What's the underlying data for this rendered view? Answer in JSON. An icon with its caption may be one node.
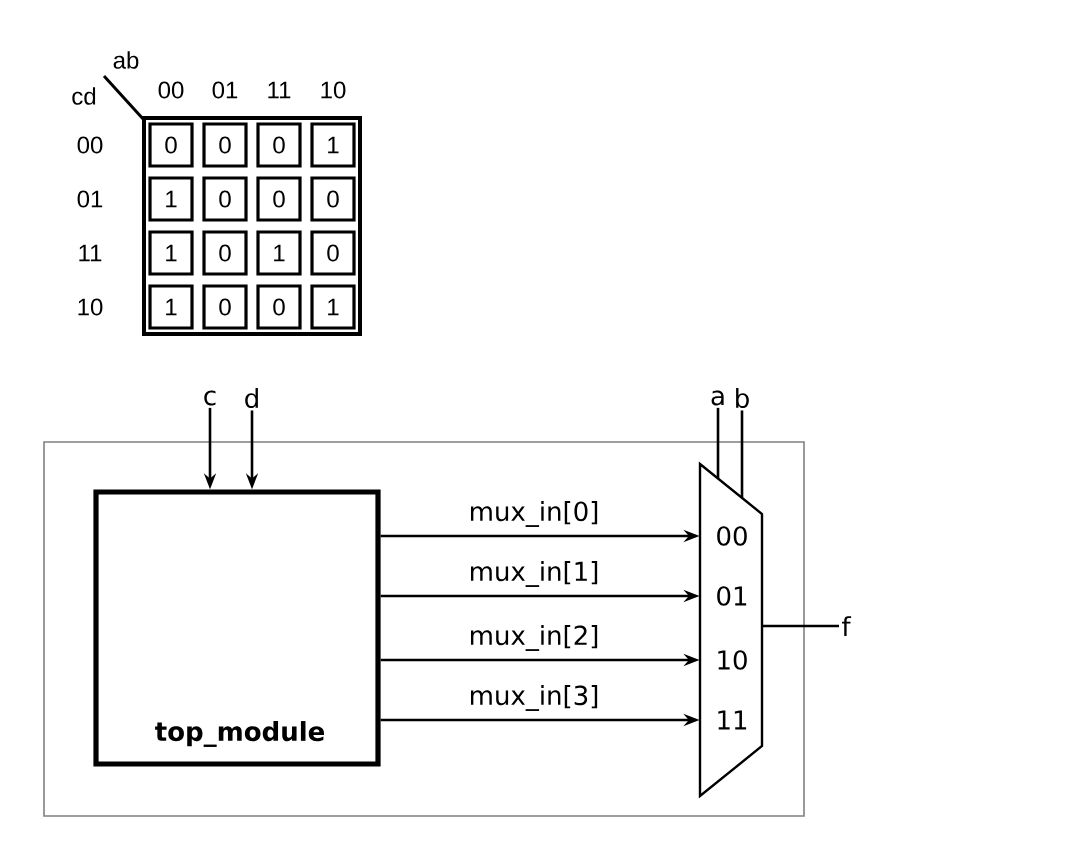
{
  "diagram": {
    "nodes": [
      {
        "text": [],
        "shape": "box"
      },
      {
        "text": [
          "top_module"
        ],
        "in": 0
      },
      {
        "text": [
          "00",
          "01",
          "10",
          "11"
        ],
        "in": 0
      },
      {
        "text": [
          "c"
        ]
      },
      {
        "text": [
          "d"
        ]
      },
      {
        "text": [
          "a"
        ]
      },
      {
        "text": [
          "b"
        ]
      },
      {
        "text": [
          "f"
        ]
      }
    ],
    "edges": [
      {
        "from": 3,
        "to": 1,
        "arrow": "to"
      },
      {
        "from": 4,
        "to": 1,
        "arrow": "to"
      },
      {
        "from": 1,
        "to": 2,
        "arrow": "to",
        "label": "mux_in[0]"
      },
      {
        "from": 1,
        "to": 2,
        "arrow": "to",
        "label": "mux_in[1]"
      },
      {
        "from": 1,
        "to": 2,
        "arrow": "to",
        "label": "mux_in[2]"
      },
      {
        "from": 1,
        "to": 2,
        "arrow": "to",
        "label": "mux_in[3]"
      },
      {
        "from": 5,
        "to": 2,
        "arrow": "none"
      },
      {
        "from": 6,
        "to": 2,
        "arrow": "none"
      },
      {
        "from": 2,
        "to": 7,
        "arrow": "none"
      }
    ],
    "labels": [
      "ab",
      "cd",
      "00",
      "01",
      "11",
      "10",
      "00",
      "0",
      "0",
      "0",
      "1",
      "01",
      "1",
      "0",
      "0",
      "0",
      "11",
      "1",
      "0",
      "1",
      "0",
      "10",
      "1",
      "0",
      "0",
      "1"
    ]
  }
}
